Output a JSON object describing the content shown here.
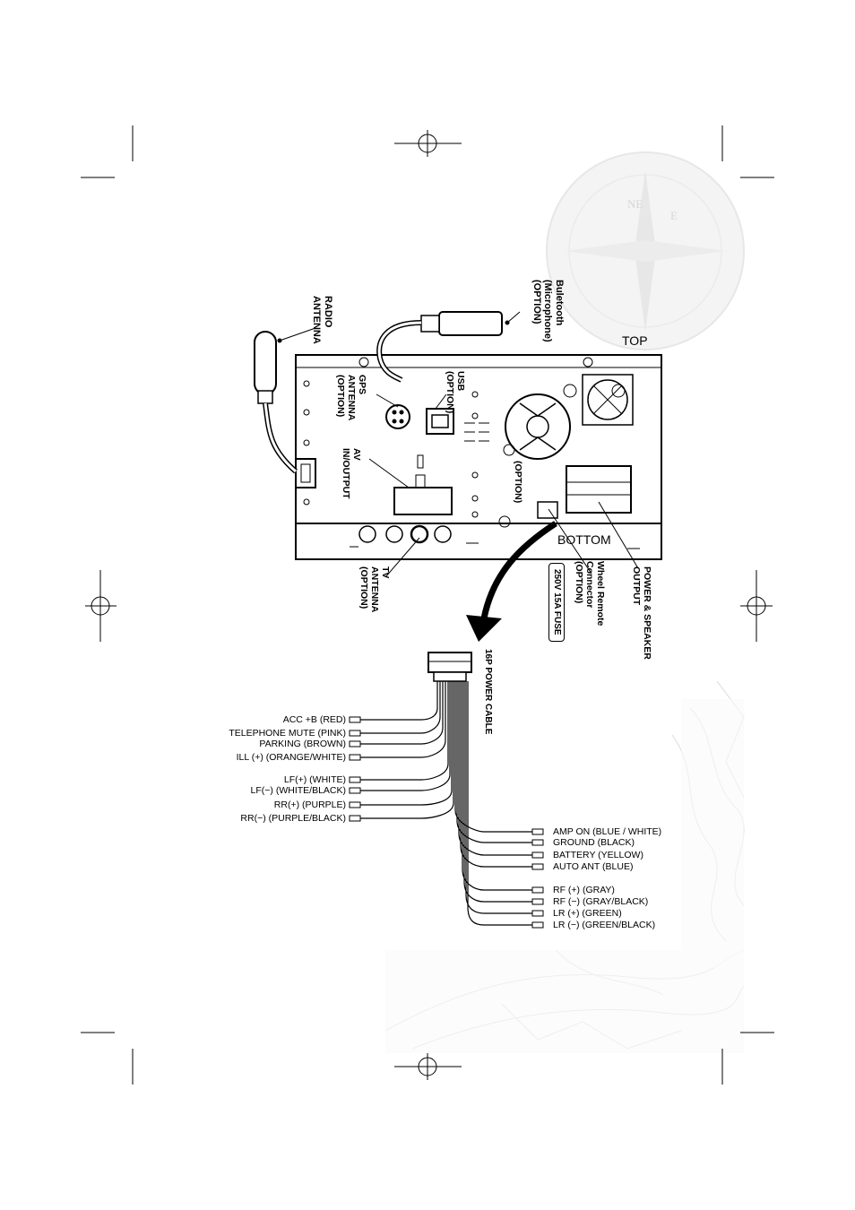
{
  "labels": {
    "top": "TOP",
    "bottom": "BOTTOM",
    "bluetooth": [
      "Buletooth",
      "(Microphone)",
      "(OPTION)"
    ],
    "radio_antenna": [
      "RADIO",
      "ANTENNA"
    ],
    "gps_antenna": [
      "GPS",
      "ANTENNA",
      "(OPTION)"
    ],
    "usb": [
      "USB",
      "(OPTION)"
    ],
    "option": "(OPTION)",
    "av": [
      "AV",
      "IN/OUTPUT"
    ],
    "tv_antenna": [
      "TV",
      "ANTENNA",
      "(OPTION)"
    ],
    "wheel_remote": [
      "Wheel Remote",
      "Connector",
      "(OPTION)"
    ],
    "power_speaker": [
      "POWER & SPEAKER",
      "OUTPUT"
    ],
    "fuse": "250V 15A FUSE",
    "power_cable": "16P POWER CABLE"
  },
  "wires_left": [
    "ACC +B  (RED)",
    "TELEPHONE MUTE (PINK)",
    "PARKING  (BROWN)",
    "ILL (+) (ORANGE/WHITE)",
    "LF(+)    (WHITE)",
    "LF(−)   (WHITE/BLACK)",
    "RR(+)  (PURPLE)",
    "RR(−)   (PURPLE/BLACK)"
  ],
  "wires_right": [
    "AMP ON  (BLUE / WHITE)",
    "GROUND (BLACK)",
    "BATTERY (YELLOW)",
    "AUTO ANT (BLUE)",
    "RF (+)  (GRAY)",
    "RF (−)  (GRAY/BLACK)",
    "LR (+)  (GREEN)",
    "LR (−)  (GREEN/BLACK)"
  ],
  "compass": {
    "ne": "NE",
    "e": "E"
  }
}
